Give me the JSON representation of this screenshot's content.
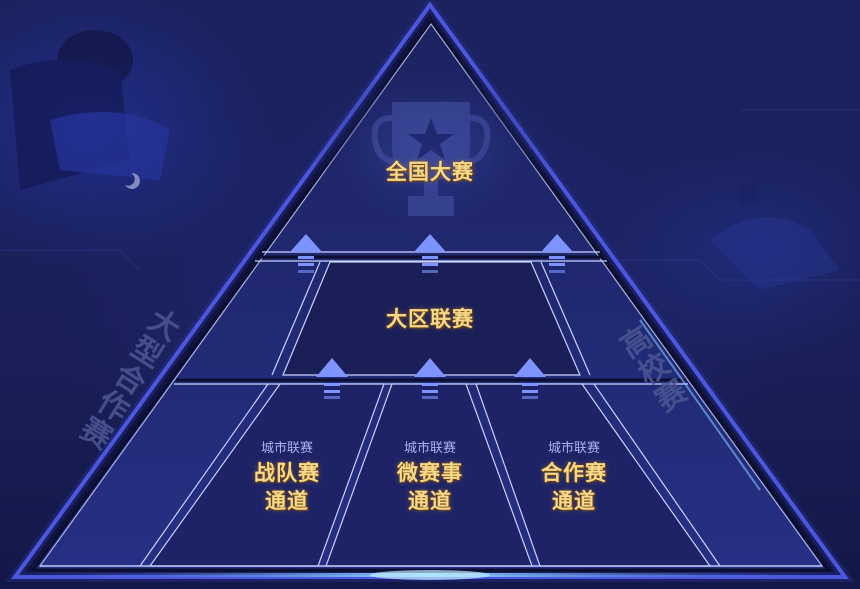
{
  "diagram": {
    "type": "pyramid",
    "levels": [
      {
        "tier": 1,
        "title": "全国大赛",
        "icon": "trophy-icon"
      },
      {
        "tier": 2,
        "title": "大区联赛"
      },
      {
        "tier": 3,
        "channels": [
          {
            "subtitle": "城市联赛",
            "line1": "战队赛",
            "line2": "通道"
          },
          {
            "subtitle": "城市联赛",
            "line1": "微赛事",
            "line2": "通道"
          },
          {
            "subtitle": "城市联赛",
            "line1": "合作赛",
            "line2": "通道"
          }
        ]
      }
    ],
    "side_left": "大型合作赛",
    "side_right": "高校赛",
    "arrows": {
      "tier2_to_tier1": 3,
      "tier3_to_tier2": 3
    },
    "colors": {
      "background": "#1a1f55",
      "frame": "#5f6bff",
      "panel_line": "#c9d3ff",
      "arrow": "#7f93ff",
      "title_text": "#f7d98a",
      "sub_text": "#a9b4ee",
      "side_text": "#4c5794"
    }
  }
}
